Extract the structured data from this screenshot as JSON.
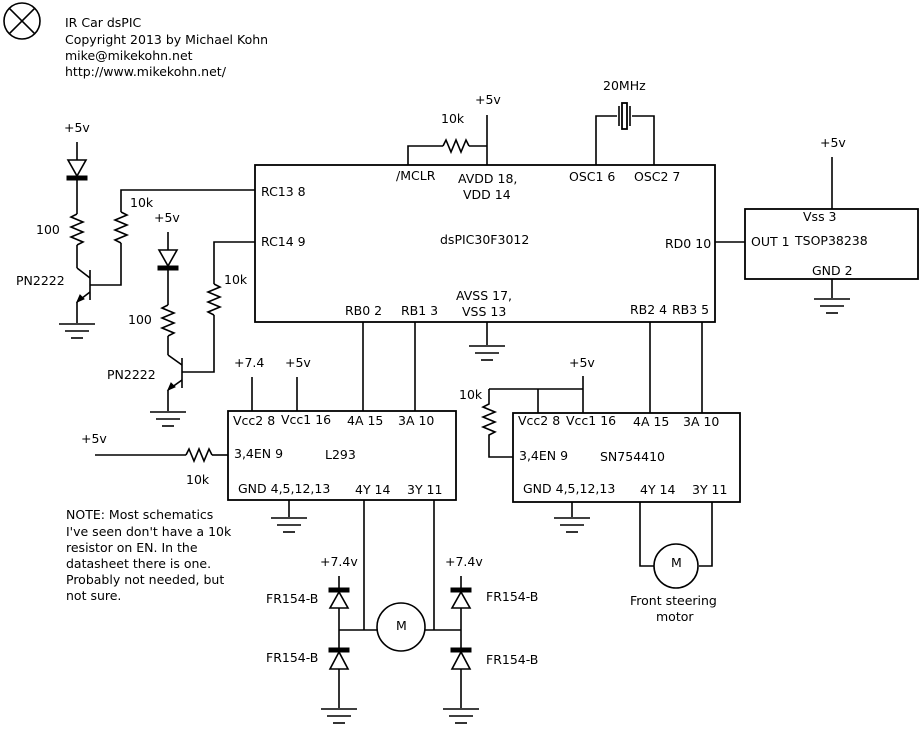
{
  "header": {
    "line1": "IR Car dsPIC",
    "line2": "Copyright 2013 by Michael Kohn",
    "line3": "mike@mikekohn.net",
    "line4": "http://www.mikekohn.net/"
  },
  "mcu": {
    "name": "dsPIC30F3012",
    "pin_rc13": "RC13 8",
    "pin_rc14": "RC14 9",
    "pin_mclr": "/MCLR",
    "pin_avdd": "AVDD 18,",
    "pin_vdd": "VDD 14",
    "pin_osc1": "OSC1 6",
    "pin_osc2": "OSC2 7",
    "pin_rd0": "RD0 10",
    "pin_rb0": "RB0 2",
    "pin_rb1": "RB1 3",
    "pin_avss": "AVSS 17,",
    "pin_vss": "VSS 13",
    "pin_rb2": "RB2 4",
    "pin_rb3": "RB3 5"
  },
  "top": {
    "vcc": "+5v",
    "mclr_res": "10k",
    "crystal": "20MHz"
  },
  "ir": {
    "name": "TSOP38238",
    "pin_vss": "Vss 3",
    "pin_out": "OUT 1",
    "pin_gnd": "GND 2",
    "vcc": "+5v"
  },
  "led1": {
    "vcc": "+5v",
    "r_base": "10k",
    "r_led": "100",
    "transistor": "PN2222"
  },
  "led2": {
    "vcc": "+5v",
    "r_base": "10k",
    "r_led": "100",
    "transistor": "PN2222"
  },
  "l293": {
    "name": "L293",
    "pin_vcc2": "Vcc2 8",
    "pin_vcc1": "Vcc1 16",
    "pin_4a": "4A 15",
    "pin_3a": "3A 10",
    "pin_en": "3,4EN 9",
    "pin_gnd": "GND 4,5,12,13",
    "pin_4y": "4Y 14",
    "pin_3y": "3Y 11",
    "vcc2": "+7.4",
    "vcc1": "+5v",
    "en_vcc": "+5v",
    "en_res": "10k"
  },
  "sn": {
    "name": "SN754410",
    "pin_vcc2": "Vcc2 8",
    "pin_vcc1": "Vcc1 16",
    "pin_4a": "4A 15",
    "pin_3a": "3A 10",
    "pin_en": "3,4EN 9",
    "pin_gnd": "GND 4,5,12,13",
    "pin_4y": "4Y 14",
    "pin_3y": "3Y 11",
    "vcc": "+5v",
    "en_res": "10k"
  },
  "note": {
    "line1": "NOTE: Most schematics",
    "line2": "I've seen don't have a 10k",
    "line3": "resistor on EN.  In the",
    "line4": "datasheet there is one.",
    "line5": "Probably not needed, but",
    "line6": "not sure."
  },
  "drive": {
    "vcc_left": "+7.4v",
    "vcc_right": "+7.4v",
    "d1": "FR154-B",
    "d2": "FR154-B",
    "d3": "FR154-B",
    "d4": "FR154-B",
    "motor": "M"
  },
  "steer": {
    "motor": "M",
    "label1": "Front steering",
    "label2": "motor"
  }
}
